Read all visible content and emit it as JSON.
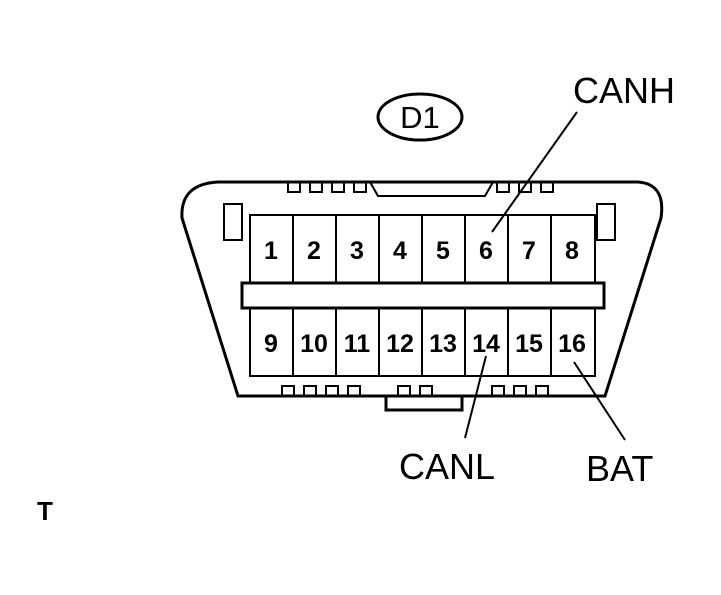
{
  "connector_id": "D1",
  "pins_top": [
    "1",
    "2",
    "3",
    "4",
    "5",
    "6",
    "7",
    "8"
  ],
  "pins_bottom": [
    "9",
    "10",
    "11",
    "12",
    "13",
    "14",
    "15",
    "16"
  ],
  "callouts": {
    "canh": "CANH",
    "canl": "CANL",
    "bat": "BAT"
  },
  "corner_mark": "T"
}
